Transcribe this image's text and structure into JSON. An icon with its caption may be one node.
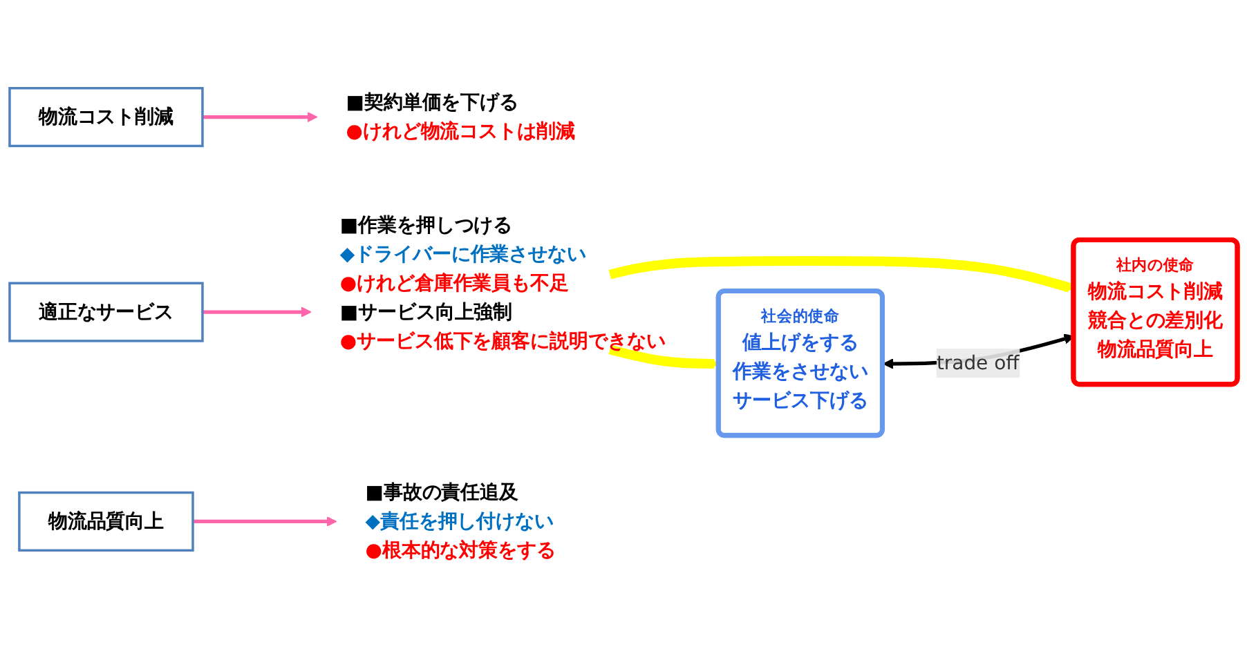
{
  "diagram": {
    "nodes": [
      {
        "text": [
          "物流コスト削減"
        ]
      },
      {
        "text": [
          "■契約単価を下げる",
          "●けれど物流コストは削減"
        ]
      },
      {
        "text": [
          "適正なサービス"
        ]
      },
      {
        "text": [
          "■作業を押しつける",
          "◆ドライバーに作業させない",
          "●けれど倉庫作業員も不足",
          "■サービス向上強制",
          "●サービス低下を顧客に説明できない"
        ]
      },
      {
        "text": [
          "物流品質向上"
        ]
      },
      {
        "text": [
          "■事故の責任追及",
          "◆責任を押し付けない",
          "●根本的な対策をする"
        ]
      },
      {
        "text": [
          "社会的使命",
          "値上げをする",
          "作業をさせない",
          "サービス下げる"
        ]
      },
      {
        "text": [
          "社内の使命",
          "物流コスト削減",
          "競合との差別化",
          "物流品質向上"
        ]
      }
    ],
    "edges": [
      {
        "from": 0,
        "to": 1,
        "arrow": "to"
      },
      {
        "from": 2,
        "to": 3,
        "arrow": "to"
      },
      {
        "from": 4,
        "to": 5,
        "arrow": "to"
      },
      {
        "from": 3,
        "to": 6,
        "arrow": "to",
        "style": "thick",
        "color": "#ffff00"
      },
      {
        "from": 3,
        "to": 7,
        "arrow": "to",
        "style": "thick",
        "color": "#ffff00"
      },
      {
        "from": 6,
        "to": 7,
        "arrow": "both",
        "label": "trade off",
        "color": "#000000"
      }
    ]
  }
}
